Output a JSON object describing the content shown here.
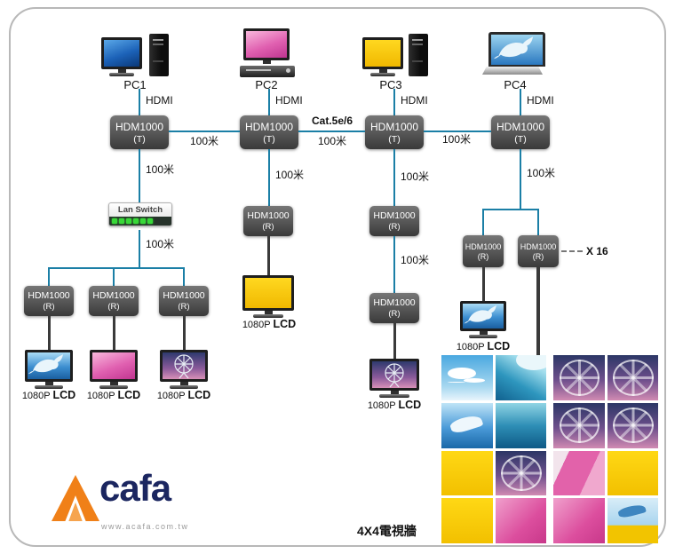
{
  "pcs": [
    {
      "name": "PC1",
      "port": "HDMI"
    },
    {
      "name": "PC2",
      "port": "HDMI"
    },
    {
      "name": "PC3",
      "port": "HDMI"
    },
    {
      "name": "PC4",
      "port": "HDMI"
    }
  ],
  "device": {
    "model": "HDM1000",
    "tx": "(T)",
    "rx": "(R)"
  },
  "labels": {
    "distance": "100米",
    "cable_type": "Cat.5e/6",
    "lan_switch": "Lan Switch",
    "lcd_res": "1080P",
    "lcd": "LCD",
    "multiplier": "X 16",
    "video_wall": "4X4電視牆"
  },
  "logo": {
    "brand": "cafa",
    "url": "www.acafa.com.tw"
  },
  "wall": {
    "blocks": [
      [
        "sky",
        "wave",
        "dolphin",
        "wave2",
        "yellow",
        "ferris",
        "yellow",
        "pink"
      ],
      [
        "ferris",
        "ferris",
        "ferris",
        "ferris",
        "pinkstripe",
        "yellow",
        "pink",
        "dolphinyellow"
      ]
    ]
  },
  "colors": {
    "connector": "#1b7fa6",
    "box": "#4a4a4a",
    "orange": "#f08018",
    "navy": "#1b2660"
  }
}
